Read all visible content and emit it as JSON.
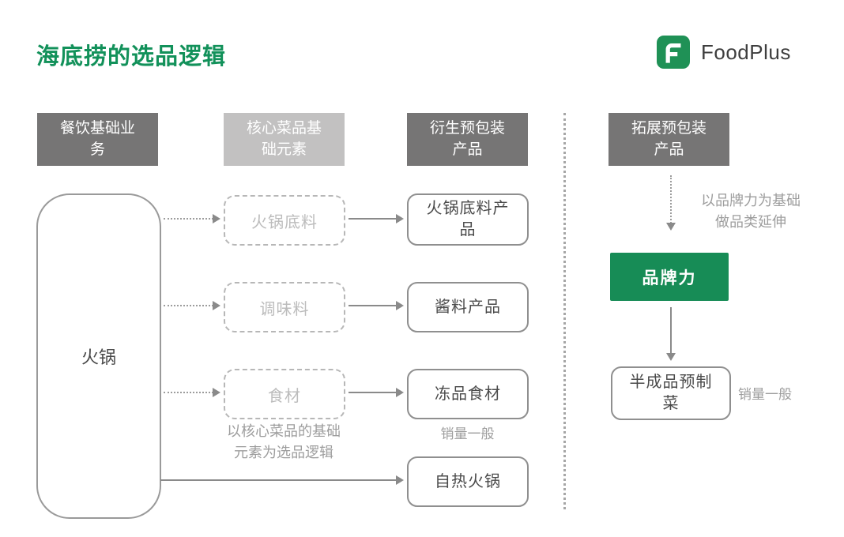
{
  "title": "海底捞的选品逻辑",
  "logo": {
    "name": "FoodPlus"
  },
  "colors": {
    "brand_green": "#12915a",
    "box_green": "#178c56",
    "header_dark": "#767575",
    "header_light": "#c2c1c1",
    "border_gray": "#8f8f8f",
    "muted_text": "#9d9d9d"
  },
  "headers": {
    "base_business": {
      "line1": "餐饮基础业",
      "line2": "务"
    },
    "core_elements": {
      "line1": "核心菜品基",
      "line2": "础元素"
    },
    "derived_packaged": {
      "line1": "衍生预包装",
      "line2": "产品"
    },
    "expanded_packaged": {
      "line1": "拓展预包装",
      "line2": "产品"
    }
  },
  "nodes": {
    "hotpot": "火锅",
    "hotpot_base": "火锅底料",
    "seasoning": "调味料",
    "ingredients": "食材",
    "hotpot_base_product": {
      "line1": "火锅底料产",
      "line2": "品"
    },
    "sauce_product": "酱料产品",
    "frozen_ingredients": "冻品食材",
    "self_heating_hotpot": "自热火锅",
    "brand_power": "品牌力",
    "semi_finished_dishes": {
      "line1": "半成品预制",
      "line2": "菜"
    }
  },
  "captions": {
    "core_logic": {
      "line1": "以核心菜品的基础",
      "line2": "元素为选品逻辑"
    },
    "frozen_sales": "销量一般",
    "brand_extension": {
      "line1": "以品牌力为基础",
      "line2": "做品类延伸"
    },
    "semi_sales": "销量一般"
  }
}
